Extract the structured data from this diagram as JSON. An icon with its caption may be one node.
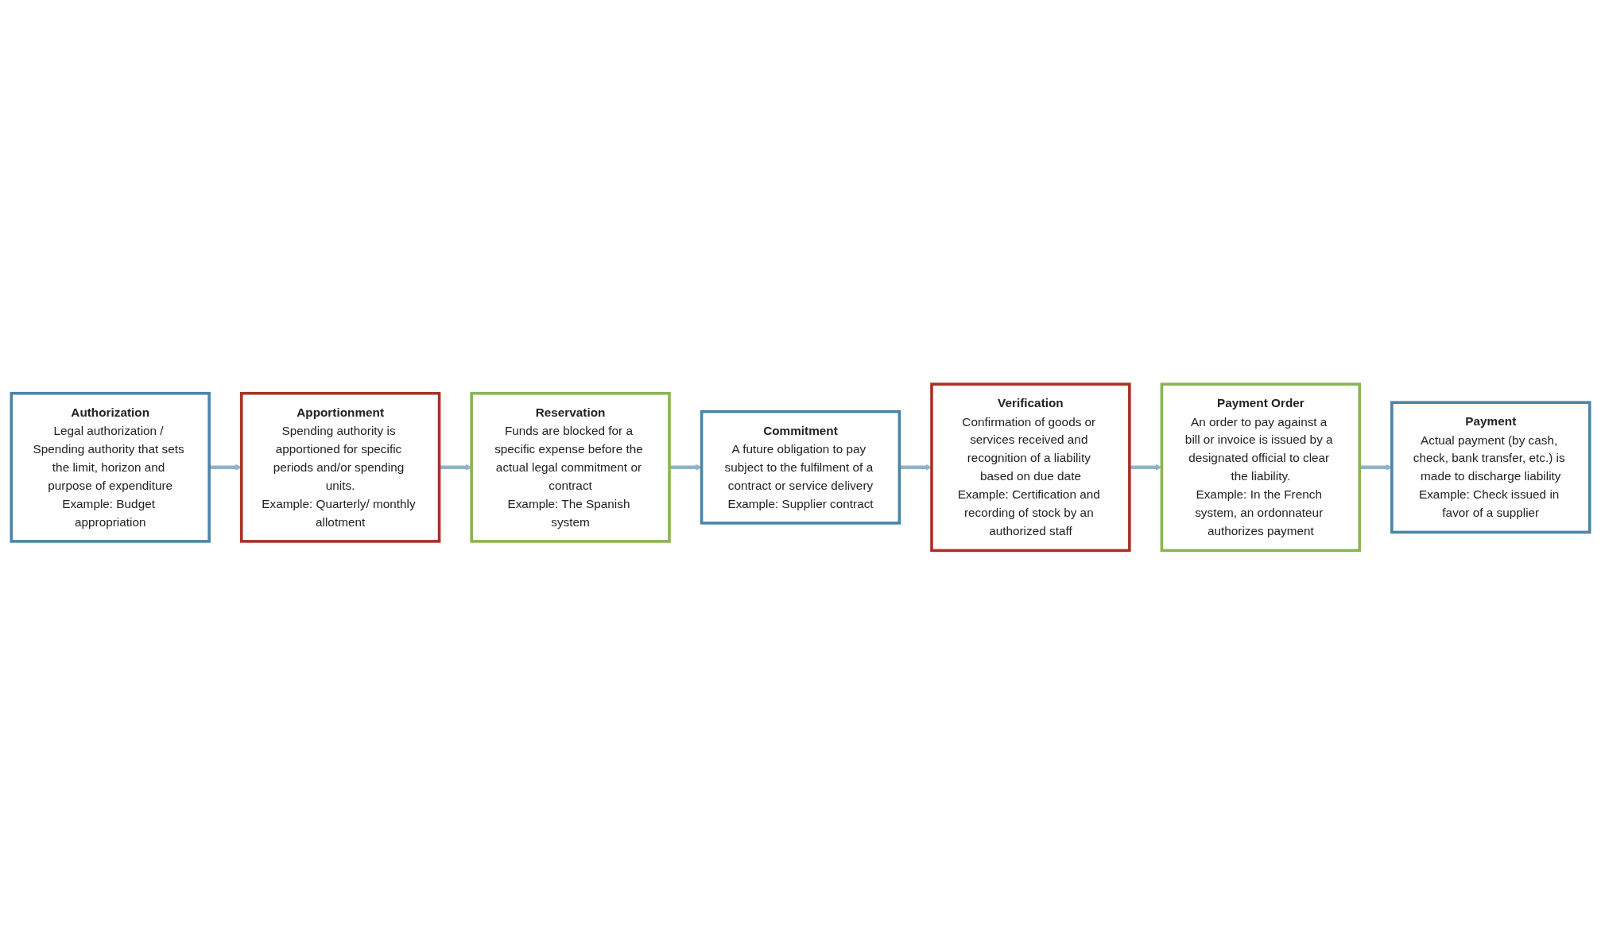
{
  "diagram": {
    "nodes": [
      {
        "text": [
          "Authorization",
          "Legal authorization / Spending authority that sets the limit, horizon and purpose of expenditure",
          "Example: Budget appropriation"
        ]
      },
      {
        "text": [
          "Apportionment",
          "Spending authority is apportioned for specific periods and/or spending units.",
          "Example: Quarterly/ monthly allotment"
        ]
      },
      {
        "text": [
          "Reservation",
          "Funds are blocked for a specific expense before the actual legal commitment or contract",
          "Example: The Spanish system"
        ]
      },
      {
        "text": [
          "Commitment",
          "A future obligation to pay subject to the fulfilment of a contract or service delivery",
          "Example: Supplier contract"
        ]
      },
      {
        "text": [
          "Verification",
          "Confirmation of goods or services received and recognition of a liability based on due date",
          "Example: Certification and recording of stock by an authorized staff"
        ]
      },
      {
        "text": [
          "Payment Order",
          "An order to pay against a bill or invoice is issued by a designated official to clear the liability.",
          "Example: In the French system, an ordonnateur authorizes payment"
        ]
      },
      {
        "text": [
          "Payment",
          "Actual payment (by cash, check, bank transfer, etc.) is made to discharge liability",
          "Example: Check issued in favor of a supplier"
        ]
      }
    ],
    "edges": [
      {
        "from": 0,
        "to": 1,
        "arrow": "to"
      },
      {
        "from": 1,
        "to": 2,
        "arrow": "to"
      },
      {
        "from": 2,
        "to": 3,
        "arrow": "to"
      },
      {
        "from": 3,
        "to": 4,
        "arrow": "to"
      },
      {
        "from": 4,
        "to": 5,
        "arrow": "to"
      },
      {
        "from": 5,
        "to": 6,
        "arrow": "to"
      }
    ]
  }
}
